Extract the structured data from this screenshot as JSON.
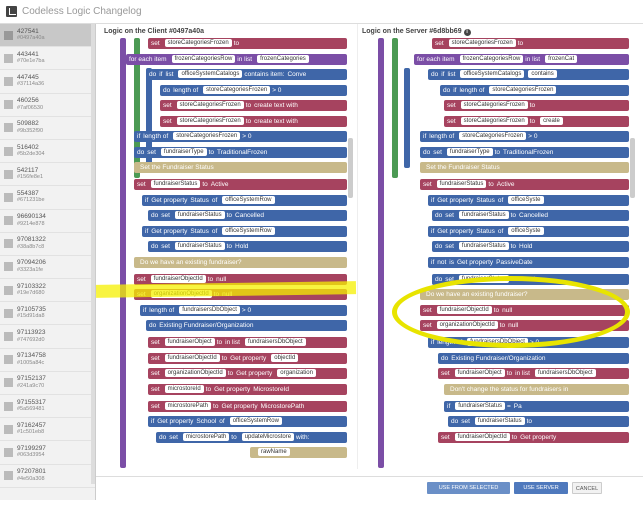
{
  "window": {
    "title": "Codeless Logic Changelog"
  },
  "snapshots": [
    {
      "id": "427541",
      "hash": "#0497a40a",
      "active": true
    },
    {
      "id": "443441",
      "hash": "#70e1e7ba"
    },
    {
      "id": "447445",
      "hash": "#37114a36"
    },
    {
      "id": "460256",
      "hash": "#7af06530"
    },
    {
      "id": "509882",
      "hash": "#9b352f90"
    },
    {
      "id": "516402",
      "hash": "#5b2de304"
    },
    {
      "id": "542117",
      "hash": "#156fe8e1"
    },
    {
      "id": "554387",
      "hash": "#671231be"
    },
    {
      "id": "96690134",
      "hash": "#9214e878"
    },
    {
      "id": "97081322",
      "hash": "#38a8b7c8"
    },
    {
      "id": "97094206",
      "hash": "#3323a1fe"
    },
    {
      "id": "97103322",
      "hash": "#19e7d680"
    },
    {
      "id": "97105735",
      "hash": "#15d91da8"
    },
    {
      "id": "97113923",
      "hash": "#747692d0"
    },
    {
      "id": "97134758",
      "hash": "#1005a84c"
    },
    {
      "id": "97152137",
      "hash": "#241a9c70"
    },
    {
      "id": "97155317",
      "hash": "#5a569481"
    },
    {
      "id": "97162457",
      "hash": "#1c501eb8"
    },
    {
      "id": "97199297",
      "hash": "#063d3954"
    },
    {
      "id": "97207801",
      "hash": "#4e50a308"
    }
  ],
  "client_panel": {
    "title": "Logic on the Client #0497a40a",
    "rows": [
      [
        "set",
        "storeCategoriesFrozen",
        "to"
      ],
      [
        "for each item",
        "frozenCategoriesRow",
        "in list",
        "frozenCategories"
      ],
      [
        "do",
        "if",
        "list",
        "officeSystemCatalogs",
        "contains item:",
        "Conve"
      ],
      [
        "do",
        "length of",
        "storeCategoriesFrozen",
        "> 0"
      ],
      [
        "set",
        "storeCategoriesFrozen",
        "to",
        "create text with"
      ],
      [
        "set",
        "storeCategoriesFrozen",
        "to",
        "create text with"
      ],
      [
        "if",
        "length of",
        "storeCategoriesFrozen",
        "> 0"
      ],
      [
        "do",
        "set",
        "fundraiserType",
        "to",
        "TraditionalFrozen"
      ],
      [
        "",
        "Set the Fundraiser Status"
      ],
      [
        "set",
        "fundraiserStatus",
        "to",
        "Active"
      ],
      [
        "if",
        "Get property",
        "Status",
        "of",
        "officeSystemRow"
      ],
      [
        "do",
        "set",
        "fundraiserStatus",
        "to",
        "Cancelled"
      ],
      [
        "if",
        "Get property",
        "Status",
        "of",
        "officeSystemRow"
      ],
      [
        "do",
        "set",
        "fundraiserStatus",
        "to",
        "Hold"
      ],
      [
        "",
        "Do we have an existing fundraiser?"
      ],
      [
        "set",
        "fundraiserObjectId",
        "to",
        "null"
      ],
      [
        "set",
        "organizationObjectId",
        "to",
        "null"
      ],
      [
        "if",
        "length of",
        "fundraisersDbObject",
        "> 0"
      ],
      [
        "do",
        "Existing Fundraiser/Organization"
      ],
      [
        "set",
        "fundraiserObject",
        "to",
        "in list",
        "fundraisersDbObject"
      ],
      [
        "set",
        "fundraiserObjectId",
        "to",
        "Get property",
        "objectId"
      ],
      [
        "set",
        "organizationObjectId",
        "to",
        "Get property",
        "organization"
      ],
      [
        "set",
        "microstoreId",
        "to",
        "Get property",
        "MicrostoreId"
      ],
      [
        "set",
        "microstorePath",
        "to",
        "Get property",
        "MicrostorePath"
      ],
      [
        "if",
        "Get property",
        "School",
        "of",
        "officeSystemRow"
      ],
      [
        "do",
        "set",
        "microstorePath",
        "to",
        "updateMicrostore",
        "with:"
      ],
      [
        "",
        "rawName"
      ]
    ]
  },
  "server_panel": {
    "title": "Logic on the Server #6d8bb69",
    "rows": [
      [
        "set",
        "storeCategoriesFrozen",
        "to"
      ],
      [
        "for each item",
        "frozenCategoriesRow",
        "in list",
        "frozenCat"
      ],
      [
        "do",
        "if",
        "list",
        "officeSystemCatalogs",
        "contains"
      ],
      [
        "do",
        "if",
        "length of",
        "storeCategoriesFrozen"
      ],
      [
        "set",
        "storeCategoriesFrozen",
        "to"
      ],
      [
        "set",
        "storeCategoriesFrozen",
        "to",
        "create"
      ],
      [
        "if",
        "length of",
        "storeCategoriesFrozen",
        "> 0"
      ],
      [
        "do",
        "set",
        "fundraiserType",
        "to",
        "TraditionalFrozen"
      ],
      [
        "",
        "Set the Fundraiser Status"
      ],
      [
        "set",
        "fundraiserStatus",
        "to",
        "Active"
      ],
      [
        "if",
        "Get property",
        "Status",
        "of",
        "officeSyste"
      ],
      [
        "do",
        "set",
        "fundraiserStatus",
        "to",
        "Cancelled"
      ],
      [
        "if",
        "Get property",
        "Status",
        "of",
        "officeSyste"
      ],
      [
        "do",
        "set",
        "fundraiserStatus",
        "to",
        "Hold"
      ],
      [
        "if",
        "not",
        "is",
        "Get property",
        "PassiveDate"
      ],
      [
        "do",
        "set",
        "fundraiserStatus",
        "to",
        "Passive"
      ],
      [
        "",
        "Do we have an existing fundraiser?"
      ],
      [
        "set",
        "fundraiserObjectId",
        "to",
        "null"
      ],
      [
        "set",
        "organizationObjectId",
        "to",
        "null"
      ],
      [
        "if",
        "length of",
        "fundraisersDbObject",
        "> 0"
      ],
      [
        "do",
        "Existing Fundraiser/Organization"
      ],
      [
        "set",
        "fundraiserObject",
        "to",
        "in list",
        "fundraisersDbObject"
      ],
      [
        "",
        "Don't change the status for fundraisers in"
      ],
      [
        "if",
        "fundraiserStatus",
        "=",
        "Pa"
      ],
      [
        "do",
        "set",
        "fundraiserStatus",
        "to"
      ],
      [
        "set",
        "fundraiserObjectId",
        "to",
        "Get property"
      ]
    ]
  },
  "footer": {
    "use_snapshot": "USE FROM SELECTED SNAPSHOT",
    "use_server": "USE SERVER MODEL",
    "cancel": "CANCEL"
  },
  "colors": {
    "accent": "#4f79bd",
    "highlight": "#f5f000"
  }
}
